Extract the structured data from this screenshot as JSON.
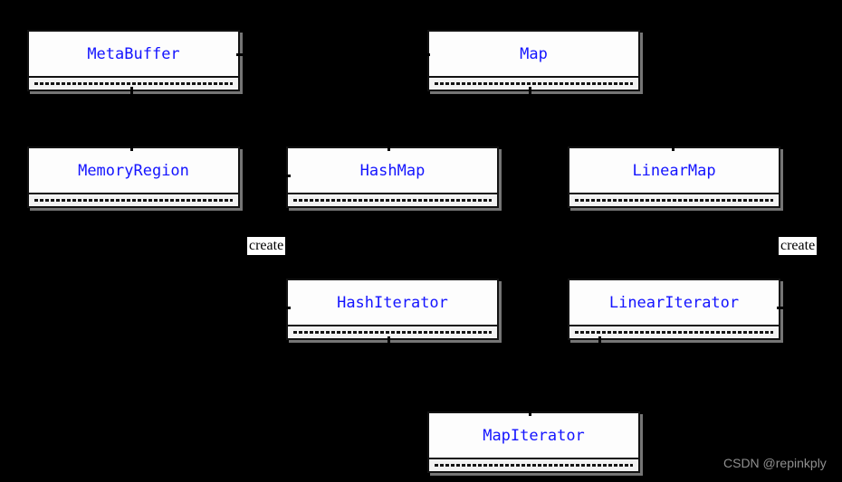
{
  "diagram": {
    "type": "uml-class-diagram",
    "classes": [
      {
        "name": "MetaBuffer"
      },
      {
        "name": "Map"
      },
      {
        "name": "MemoryRegion"
      },
      {
        "name": "HashMap"
      },
      {
        "name": "LinearMap"
      },
      {
        "name": "HashIterator"
      },
      {
        "name": "LinearIterator"
      },
      {
        "name": "MapIterator"
      }
    ],
    "edge_labels": [
      {
        "text": "create"
      },
      {
        "text": "create"
      }
    ],
    "colors": {
      "background": "#000000",
      "class_name_text": "#1414ff",
      "box_fill": "#fdfdfd",
      "box_border": "#121212",
      "edge_label_text": "#000000",
      "watermark_text": "#8f8f8f"
    },
    "watermark": "CSDN @repinkply"
  }
}
